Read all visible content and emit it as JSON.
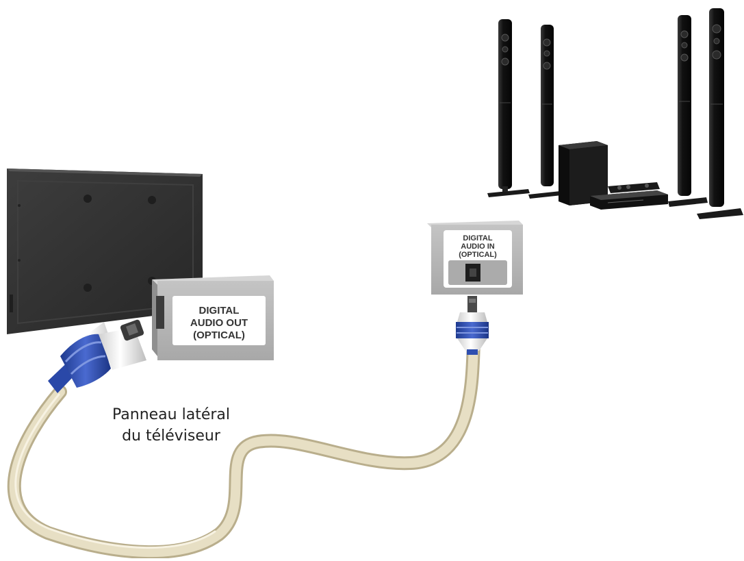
{
  "diagram": {
    "tv_port_label": [
      "DIGITAL",
      "AUDIO OUT",
      "(OPTICAL)"
    ],
    "receiver_port_label": [
      "DIGITAL",
      "AUDIO IN",
      "(OPTICAL)"
    ],
    "tv_side_panel_caption": [
      "Panneau latéral",
      "du téléviseur"
    ]
  },
  "colors": {
    "cable": "#e7dfc4",
    "cable_shadow": "#b9ae8c",
    "connector_blue": "#2f4fb0",
    "port_box": "#b4b4b4",
    "tv_body": "#2e2e2e",
    "speaker_black": "#141414"
  },
  "icons": {
    "tv": "tv-back-icon",
    "home_theater": "home-theater-speakers-icon",
    "cable": "optical-cable-icon"
  }
}
